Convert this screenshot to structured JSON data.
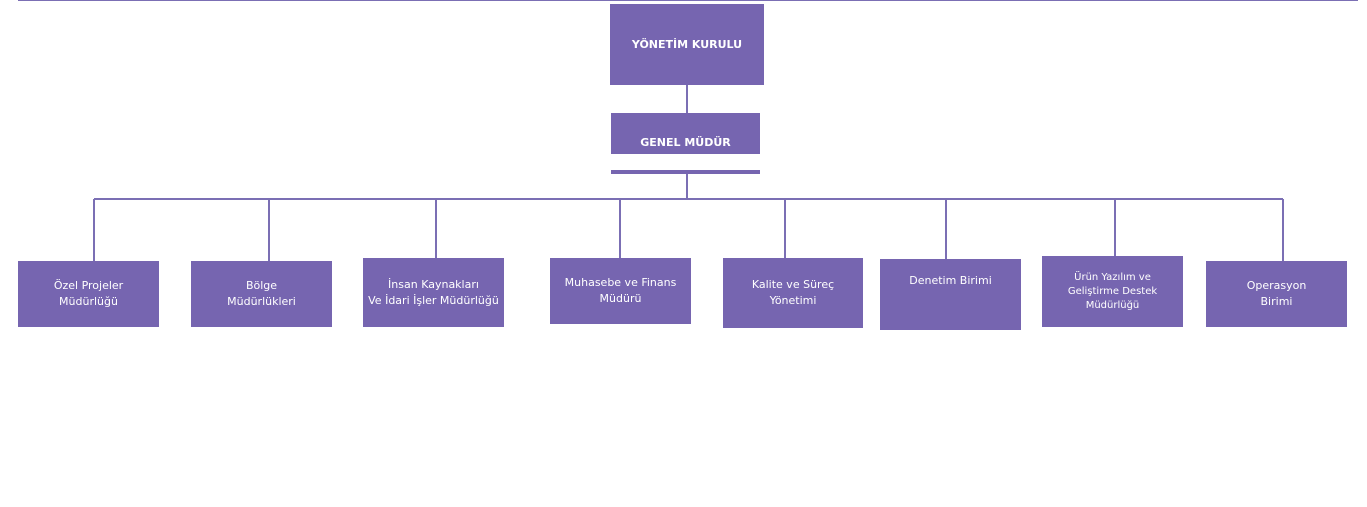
{
  "colors": {
    "box": "#7665b0",
    "line": "#7b6fb4",
    "text": "#ffffff"
  },
  "board": "YÖNETİM KURULU",
  "gm": "GENEL MÜDÜR",
  "departments": [
    "Özel Projeler\nMüdürlüğü",
    "Bölge\nMüdürlükleri",
    "İnsan Kaynakları\nVe İdari İşler Müdürlüğü",
    "Muhasebe ve Finans\nMüdürü",
    "Kalite ve Süreç\nYönetimi",
    "Denetim Birimi",
    "Ürün Yazılım ve\nGeliştirme Destek\nMüdürlüğü",
    "Operasyon\nBirimi"
  ]
}
